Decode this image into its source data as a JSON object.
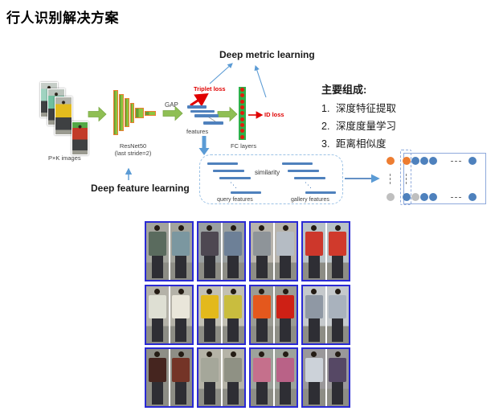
{
  "slide": {
    "title": "行人识别解决方案"
  },
  "pipeline": {
    "input_label": "P×K images",
    "backbone_label": "ResNet50",
    "backbone_sublabel": "(last stride=2)",
    "gap_label": "GAP",
    "features_label": "features",
    "triplet_loss_label": "Triplet loss",
    "id_loss_label": "ID loss",
    "fc_label": "FC layers",
    "deep_metric_label": "Deep metric learning",
    "deep_feature_label": "Deep feature learning",
    "input_photo_colors": [
      {
        "bg": "#c6cec8",
        "torso": "#9fd3c0"
      },
      {
        "bg": "#bac4bc",
        "torso": "#6fbf9f"
      },
      {
        "bg": "#b2b4ac",
        "torso": "#e3bb1e"
      },
      {
        "bg": "#52a846",
        "torso": "#c23a28"
      }
    ]
  },
  "components": {
    "heading": "主要组成:",
    "items": [
      {
        "num": "1.",
        "label": "深度特征提取"
      },
      {
        "num": "2.",
        "label": "深度度量学习"
      },
      {
        "num": "3.",
        "label": "距离相似度"
      }
    ]
  },
  "matching": {
    "similarity_label": "similarity",
    "query_label": "query features",
    "gallery_label": "gallery features"
  },
  "ranking": {
    "colors": {
      "orange": "#ED7D31",
      "blue": "#4E81BD",
      "gray": "#BFBFBF"
    },
    "outside": [
      "orange",
      "gray"
    ],
    "rows": [
      [
        "orange",
        "blue",
        "blue",
        "blue",
        "ellipsis",
        "blue"
      ],
      [
        "blue",
        "gray",
        "blue",
        "blue",
        "ellipsis",
        "blue"
      ]
    ]
  },
  "gallery": {
    "cells": [
      {
        "bg": "#a3a49c",
        "left": "#5a6b5e",
        "right": "#7b97a0"
      },
      {
        "bg": "#9aa0a0",
        "left": "#4e4852",
        "right": "#6d8097"
      },
      {
        "bg": "#b8b4ac",
        "left": "#8e9499",
        "right": "#b5bcc4"
      },
      {
        "bg": "#b9c2c6",
        "left": "#cd372b",
        "right": "#d03a2c"
      },
      {
        "bg": "#b4b2a8",
        "left": "#dedfd3",
        "right": "#e9e6da"
      },
      {
        "bg": "#c2c0b4",
        "left": "#e3b91c",
        "right": "#c9bd3e"
      },
      {
        "bg": "#9b9c94",
        "left": "#e4581d",
        "right": "#ce2015"
      },
      {
        "bg": "#c5c9cc",
        "left": "#8f98a4",
        "right": "#a9b2bd"
      },
      {
        "bg": "#8e8e86",
        "left": "#45251f",
        "right": "#743427"
      },
      {
        "bg": "#b5b3a7",
        "left": "#a5a79a",
        "right": "#8f9184"
      },
      {
        "bg": "#9da39b",
        "left": "#c5708c",
        "right": "#b96287"
      },
      {
        "bg": "#9a989a",
        "left": "#ccd2d9",
        "right": "#564865"
      }
    ]
  },
  "colors": {
    "arrow_green": "#8FBF54",
    "bar_blue": "#4F81BD",
    "fc_green": "#2EB04A",
    "loss_red": "#E00000",
    "gallery_border": "#2929D4"
  }
}
